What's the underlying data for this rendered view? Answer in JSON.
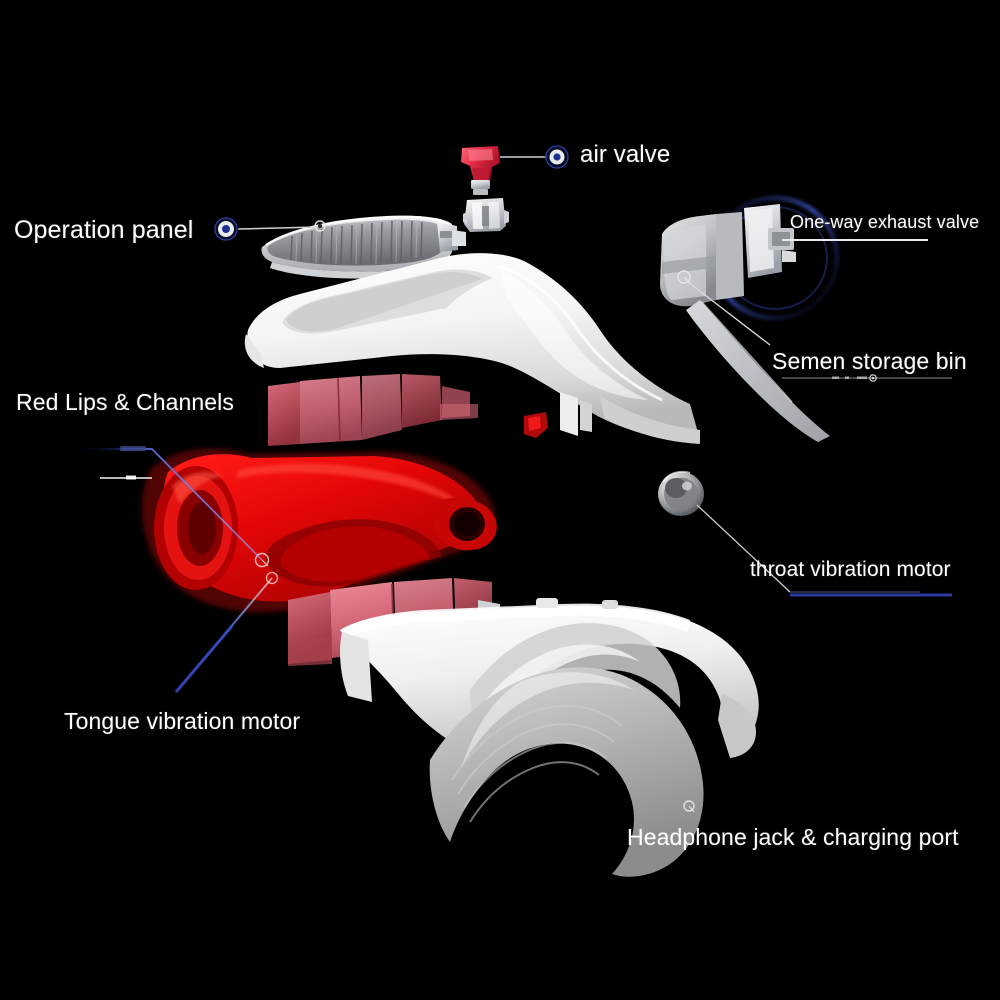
{
  "diagram": {
    "title": "Exploded view of male masturbator device components",
    "background_color": "#000000",
    "text_color": "#ffffff",
    "accent_blue": "#2b3fa0",
    "body_white": "#f3f3f3",
    "panel_gray": "#8d9094",
    "lips_red": "#e00000",
    "sleeve_pink": "#d9717f",
    "valve_red": "#e8384f"
  },
  "callouts": [
    {
      "id": "operation-panel",
      "label": "Operation panel",
      "marker": "target-dot"
    },
    {
      "id": "air-valve",
      "label": "air valve",
      "marker": "target-dot"
    },
    {
      "id": "one-way-exhaust",
      "label": "One-way exhaust valve",
      "marker": "leader-line"
    },
    {
      "id": "semen-storage-bin",
      "label": "Semen storage bin",
      "marker": "leader-line"
    },
    {
      "id": "red-lips-channels",
      "label": "Red Lips & Channels",
      "marker": "leader-line"
    },
    {
      "id": "throat-motor",
      "label": "throat vibration motor",
      "marker": "leader-line"
    },
    {
      "id": "tongue-motor",
      "label": "Tongue vibration motor",
      "marker": "leader-line"
    },
    {
      "id": "headphone-jack",
      "label": "Headphone jack & charging port",
      "marker": "none"
    }
  ],
  "parts": [
    {
      "id": "air-valve-plug",
      "name": "red air valve plug"
    },
    {
      "id": "valve-insert",
      "name": "clear valve insert"
    },
    {
      "id": "control-panel",
      "name": "ridged gray operation panel"
    },
    {
      "id": "upper-shell",
      "name": "white upper shell"
    },
    {
      "id": "exhaust-assembly",
      "name": "semen storage bin with one-way exhaust valve"
    },
    {
      "id": "red-sleeve",
      "name": "red lips and channel sleeve"
    },
    {
      "id": "pink-liner-top",
      "name": "pink inner liner upper"
    },
    {
      "id": "pink-liner-bottom",
      "name": "pink inner liner lower"
    },
    {
      "id": "throat-motor-part",
      "name": "throat vibration motor capsule"
    },
    {
      "id": "lower-shell",
      "name": "white lower shell"
    },
    {
      "id": "base-cover",
      "name": "gray base cover with headphone jack and charging port"
    }
  ]
}
